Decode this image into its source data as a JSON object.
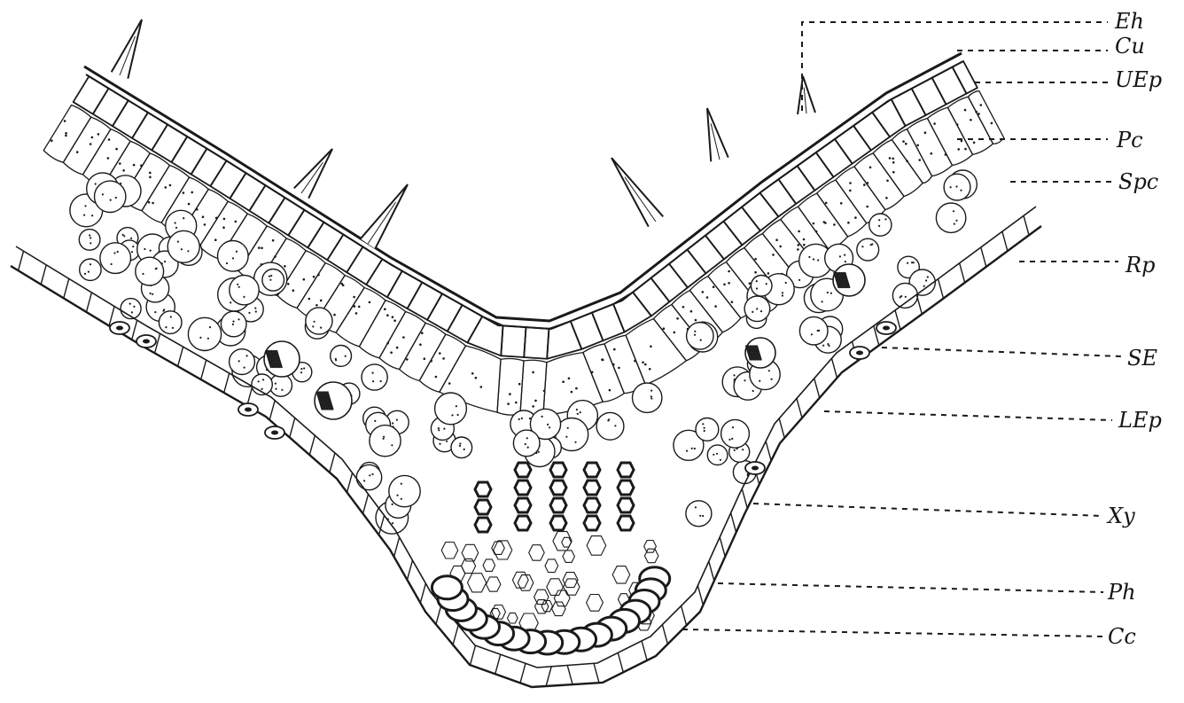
{
  "diagram": {
    "labels": [
      {
        "id": "eh",
        "text": "Eh"
      },
      {
        "id": "cu",
        "text": "Cu"
      },
      {
        "id": "uep",
        "text": "UEp"
      },
      {
        "id": "pc",
        "text": "Pc"
      },
      {
        "id": "spc",
        "text": "Spc"
      },
      {
        "id": "rp",
        "text": "Rp"
      },
      {
        "id": "se",
        "text": "SE"
      },
      {
        "id": "lep",
        "text": "LEp"
      },
      {
        "id": "xy",
        "text": "Xy"
      },
      {
        "id": "ph",
        "text": "Ph"
      },
      {
        "id": "cc",
        "text": "Cc"
      }
    ]
  },
  "colors": {
    "ink": "#1a1a1a",
    "paper": "#ffffff"
  }
}
